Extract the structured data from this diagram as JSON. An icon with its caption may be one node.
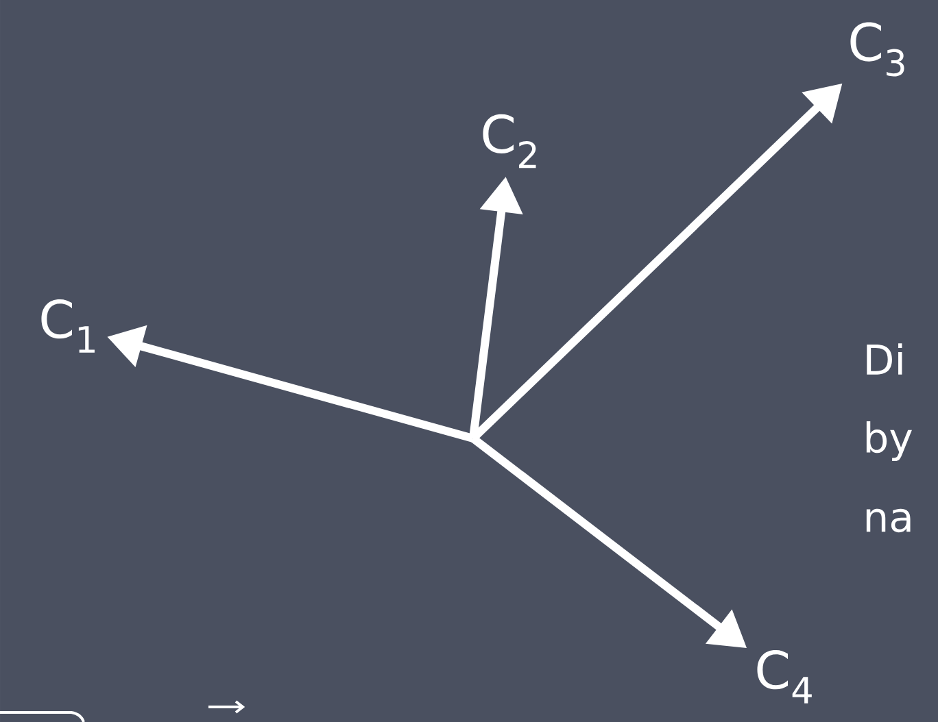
{
  "diagram": {
    "nodes": [
      {
        "text": [
          "C$_{1}$"
        ]
      },
      {
        "text": [
          "C$_{2}$"
        ]
      },
      {
        "text": [
          "C$_{3}$"
        ]
      },
      {
        "text": [
          "C$_{4}$"
        ]
      }
    ],
    "edges": [
      {
        "from": null,
        "to": 0,
        "arrow": "to"
      },
      {
        "from": null,
        "to": 1,
        "arrow": "to"
      },
      {
        "from": null,
        "to": 2,
        "arrow": "to"
      },
      {
        "from": null,
        "to": 3,
        "arrow": "to"
      }
    ],
    "labels": [
      "Di",
      "by",
      "na"
    ]
  }
}
